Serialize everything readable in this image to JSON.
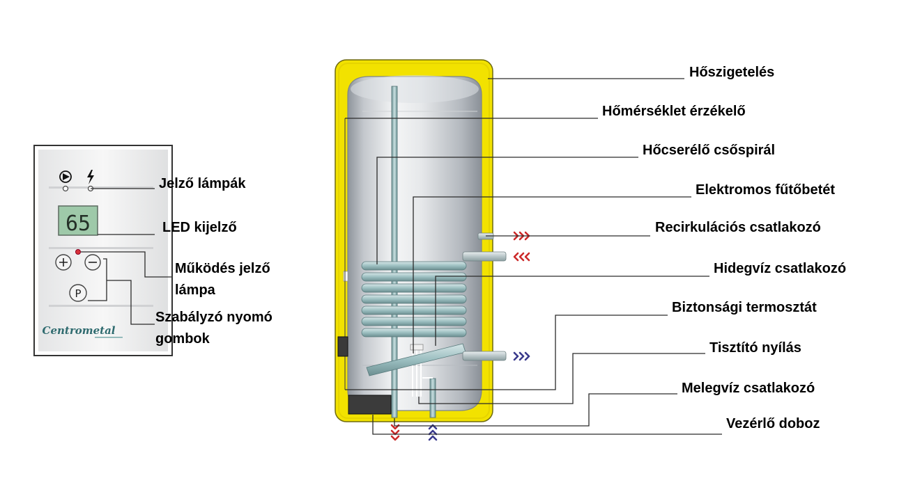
{
  "panel": {
    "display_value": "65",
    "brand": "Centrometal"
  },
  "labels": {
    "left": {
      "jelzo_lampak": "Jelző lámpák",
      "led_kijelzo": "LED kijelző",
      "mukodes_line1": "Működés jelző",
      "mukodes_line2": "lámpa",
      "szabalyzo_line1": "Szabályzó nyomó",
      "szabalyzo_line2": "gombok"
    },
    "right": {
      "hoszigeteles": "Hőszigetelés",
      "homerseklet": "Hőmérséklet érzékelő",
      "hocserelo": "Hőcserélő csőspirál",
      "elektromos": "Elektromos fűtőbetét",
      "recirkulacios": "Recirkulációs csatlakozó",
      "hidegviz": "Hidegvíz csatlakozó",
      "biztonsagi": "Biztonsági termosztát",
      "tisztito": "Tisztító nyílás",
      "melegviz": "Melegvíz csatlakozó",
      "vezerlo": "Vezérlő doboz"
    }
  },
  "colors": {
    "insulation": "#f2e200",
    "tank": "#c9cdd2",
    "coil": "#8fb4b6",
    "hot_arrow": "#cc2a2a",
    "cold_arrow": "#3a3a8c",
    "leader": "#2a2a2a"
  }
}
